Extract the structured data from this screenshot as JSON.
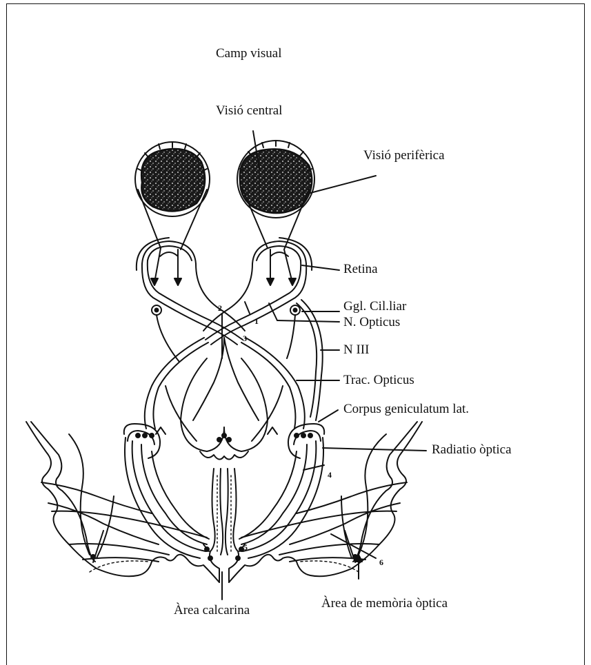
{
  "labels": {
    "camp_visual": "Camp visual",
    "visio_central": "Visió central",
    "visio_periferica": "Visió perifèrica",
    "retina": "Retina",
    "ggl_ciliar": "Ggl. Cil.liar",
    "n_opticus": "N. Opticus",
    "n_iii": "N III",
    "trac_opticus": "Trac. Opticus",
    "corpus_geniculatum": "Corpus geniculatum lat.",
    "radiatio_optica": "Radiatio òptica",
    "area_calcarina": "Àrea calcarina",
    "area_memoria": "Àrea de memòria òptica"
  },
  "numbers": {
    "n1": "1",
    "n2": "2",
    "n3": "3",
    "n4": "4",
    "n5": "5",
    "n6": "6"
  }
}
